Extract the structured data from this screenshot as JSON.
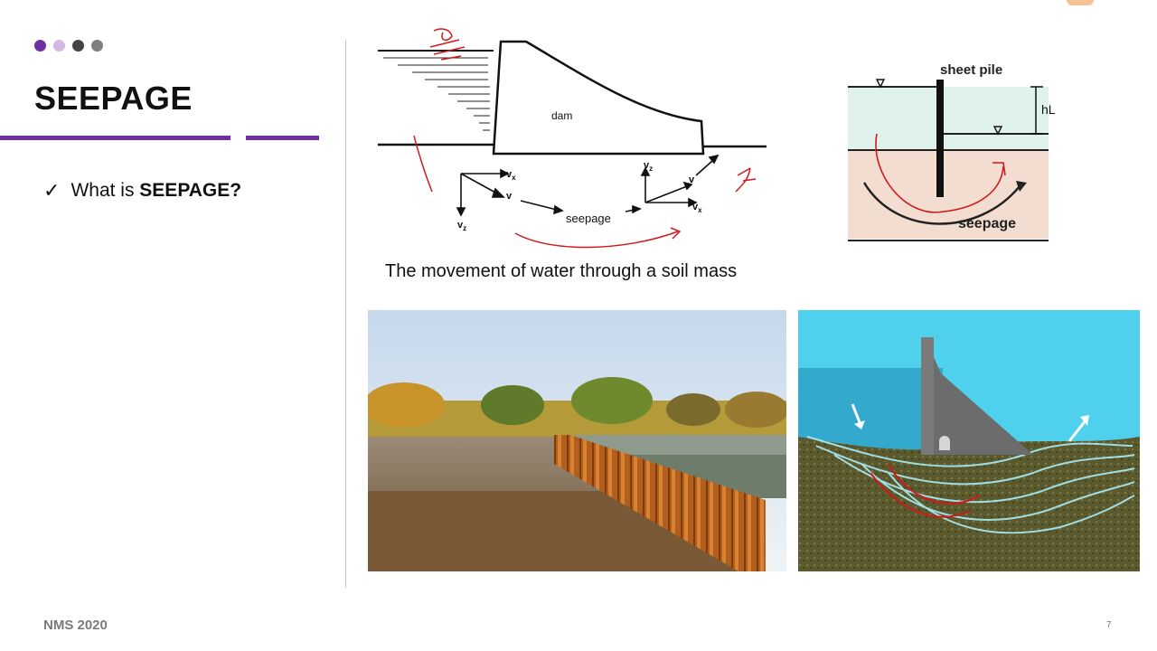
{
  "slide": {
    "title": "SEEPAGE",
    "bullet": {
      "prefix": "What is ",
      "bold": "SEEPAGE?"
    },
    "caption": "The movement of water through a soil mass",
    "footer": "NMS 2020",
    "page_number": "7"
  },
  "colors": {
    "accent": "#7030a0",
    "dot_light": "#d4b8e6",
    "dot_dark": "#444444",
    "dot_gray": "#7f7f7f",
    "annotation_red": "#d0191d"
  },
  "dam_diagram": {
    "dam_label": "dam",
    "seepage_label": "seepage",
    "vx": "v",
    "vx_sub": "x",
    "vz": "v",
    "vz_sub": "z",
    "v": "v"
  },
  "sheetpile_diagram": {
    "title": "sheet pile",
    "head_label": "hL",
    "seepage_label": "seepage"
  }
}
